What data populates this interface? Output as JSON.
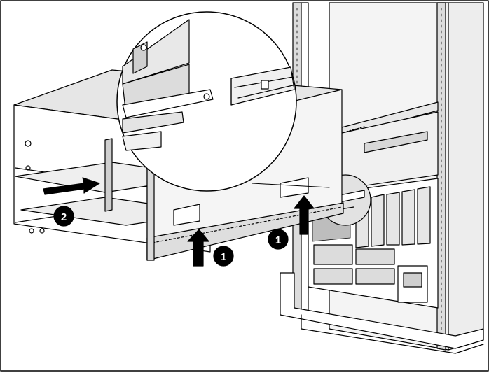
{
  "figure": {
    "callouts": [
      {
        "id": "step-1-left",
        "label": "1"
      },
      {
        "id": "step-1-right",
        "label": "1"
      },
      {
        "id": "step-2",
        "label": "2"
      }
    ],
    "colors": {
      "line": "#000000",
      "fill": "#ffffff",
      "light_gray": "#e6e6e6",
      "mid_gray": "#cfcfcf",
      "dark_gray": "#9a9a9a",
      "callout": "#000000"
    },
    "icons": [
      "up-arrow",
      "right-arrow",
      "magnifier-circle"
    ]
  }
}
